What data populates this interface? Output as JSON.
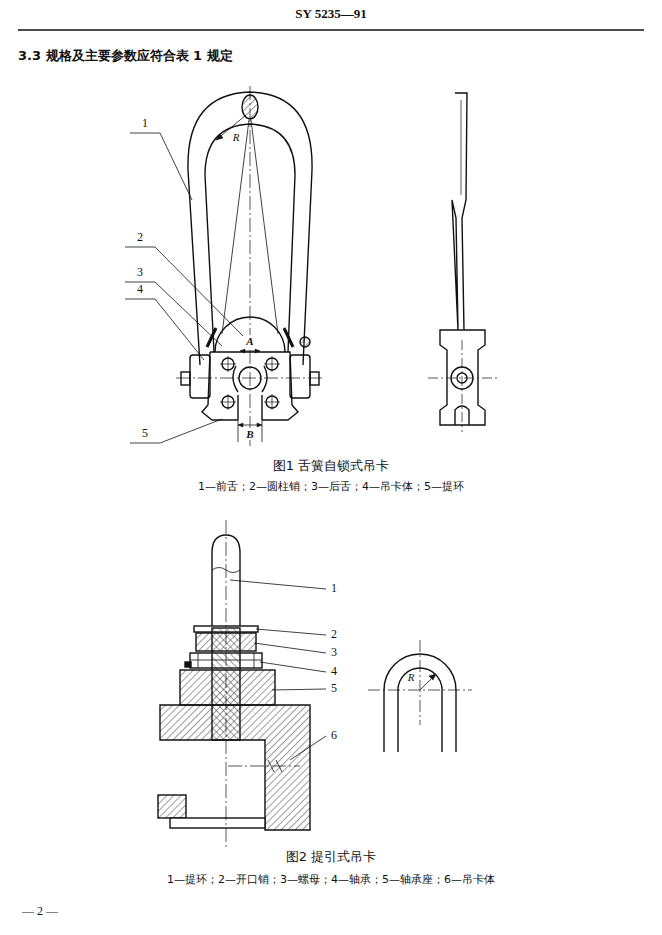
{
  "diagram": {
    "labels": [
      "SY 5235—91",
      "3.3 规格及主要参数应符合表 1 规定",
      "1",
      "2",
      "3",
      "4",
      "5",
      "R",
      "A",
      "B",
      "图1 舌簧自锁式吊卡",
      "1—前舌；2—圆柱销；3—后舌；4—吊卡体；5—提环",
      "1",
      "2",
      "3",
      "4",
      "5",
      "6",
      "R",
      "图2 提引式吊卡",
      "1—提环；2—开口销；3—螺母；4—轴承；5—轴承座；6—吊卡体",
      "— 2 —"
    ]
  }
}
